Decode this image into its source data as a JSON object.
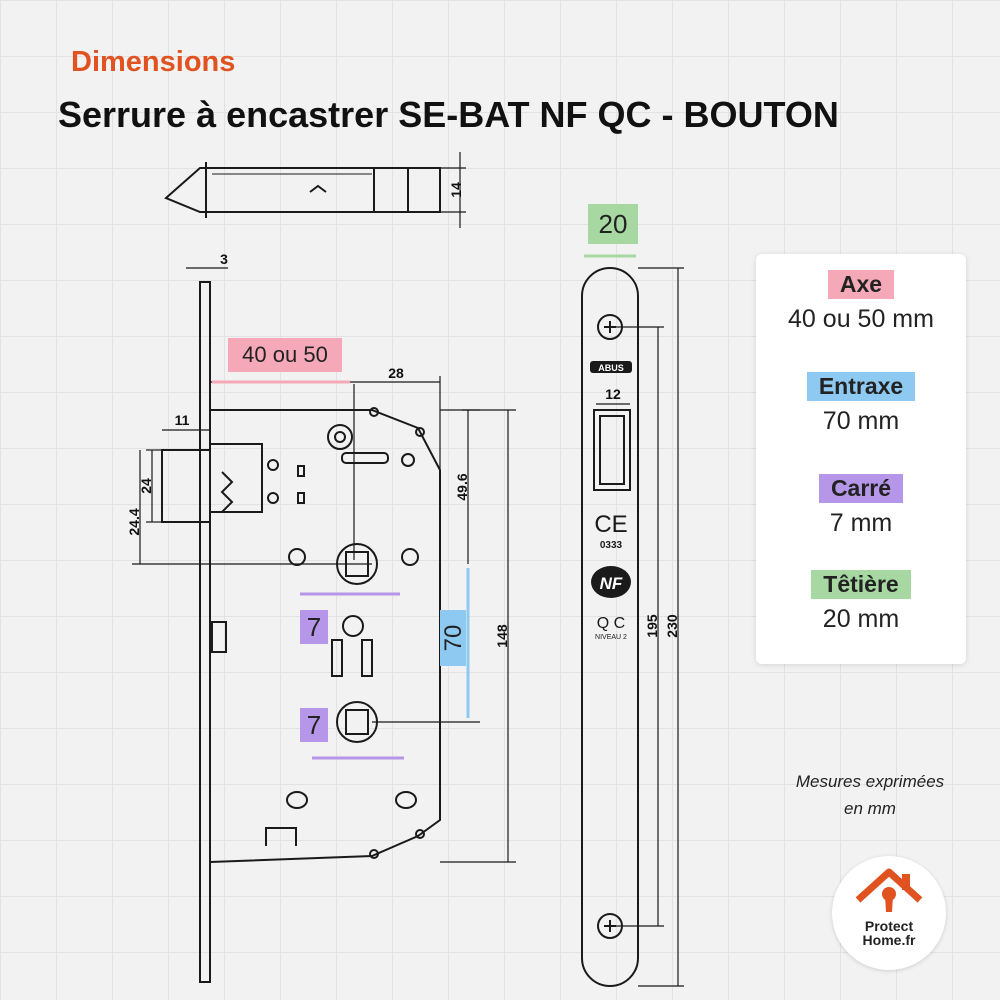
{
  "header": {
    "kicker": "Dimensions",
    "title": "Serrure à encastrer SE-BAT NF QC - BOUTON"
  },
  "colors": {
    "accent": "#e0521f",
    "axe": "#f5a8b8",
    "entraxe": "#8ec9f2",
    "carre": "#b596e8",
    "tetiere": "#a8d8a2"
  },
  "drawing": {
    "dim_14": "14",
    "dim_3": "3",
    "dim_axe": "40 ou 50",
    "dim_28": "28",
    "dim_11": "11",
    "dim_24_upper": "24",
    "dim_24_4": "24.4",
    "dim_49_6": "49.6",
    "dim_carre_upper": "7",
    "dim_entraxe": "70",
    "dim_148": "148",
    "dim_carre_lower": "7",
    "dim_tetiere": "20",
    "dim_12": "12",
    "dim_195": "195",
    "dim_230": "230",
    "plate_brand": "ABUS",
    "plate_ce": "CE",
    "plate_ce_number": "0333",
    "plate_nf": "NF",
    "plate_qc": "Q C",
    "plate_niveau": "NIVEAU 2"
  },
  "specs": [
    {
      "label": "Axe",
      "value": "40 ou 50 mm"
    },
    {
      "label": "Entraxe",
      "value": "70 mm"
    },
    {
      "label": "Carré",
      "value": "7 mm"
    },
    {
      "label": "Têtière",
      "value": "20 mm"
    }
  ],
  "note": {
    "line1": "Mesures exprimées",
    "line2": "en mm"
  },
  "logo": {
    "line1": "Protect",
    "line2": "Home.fr"
  }
}
